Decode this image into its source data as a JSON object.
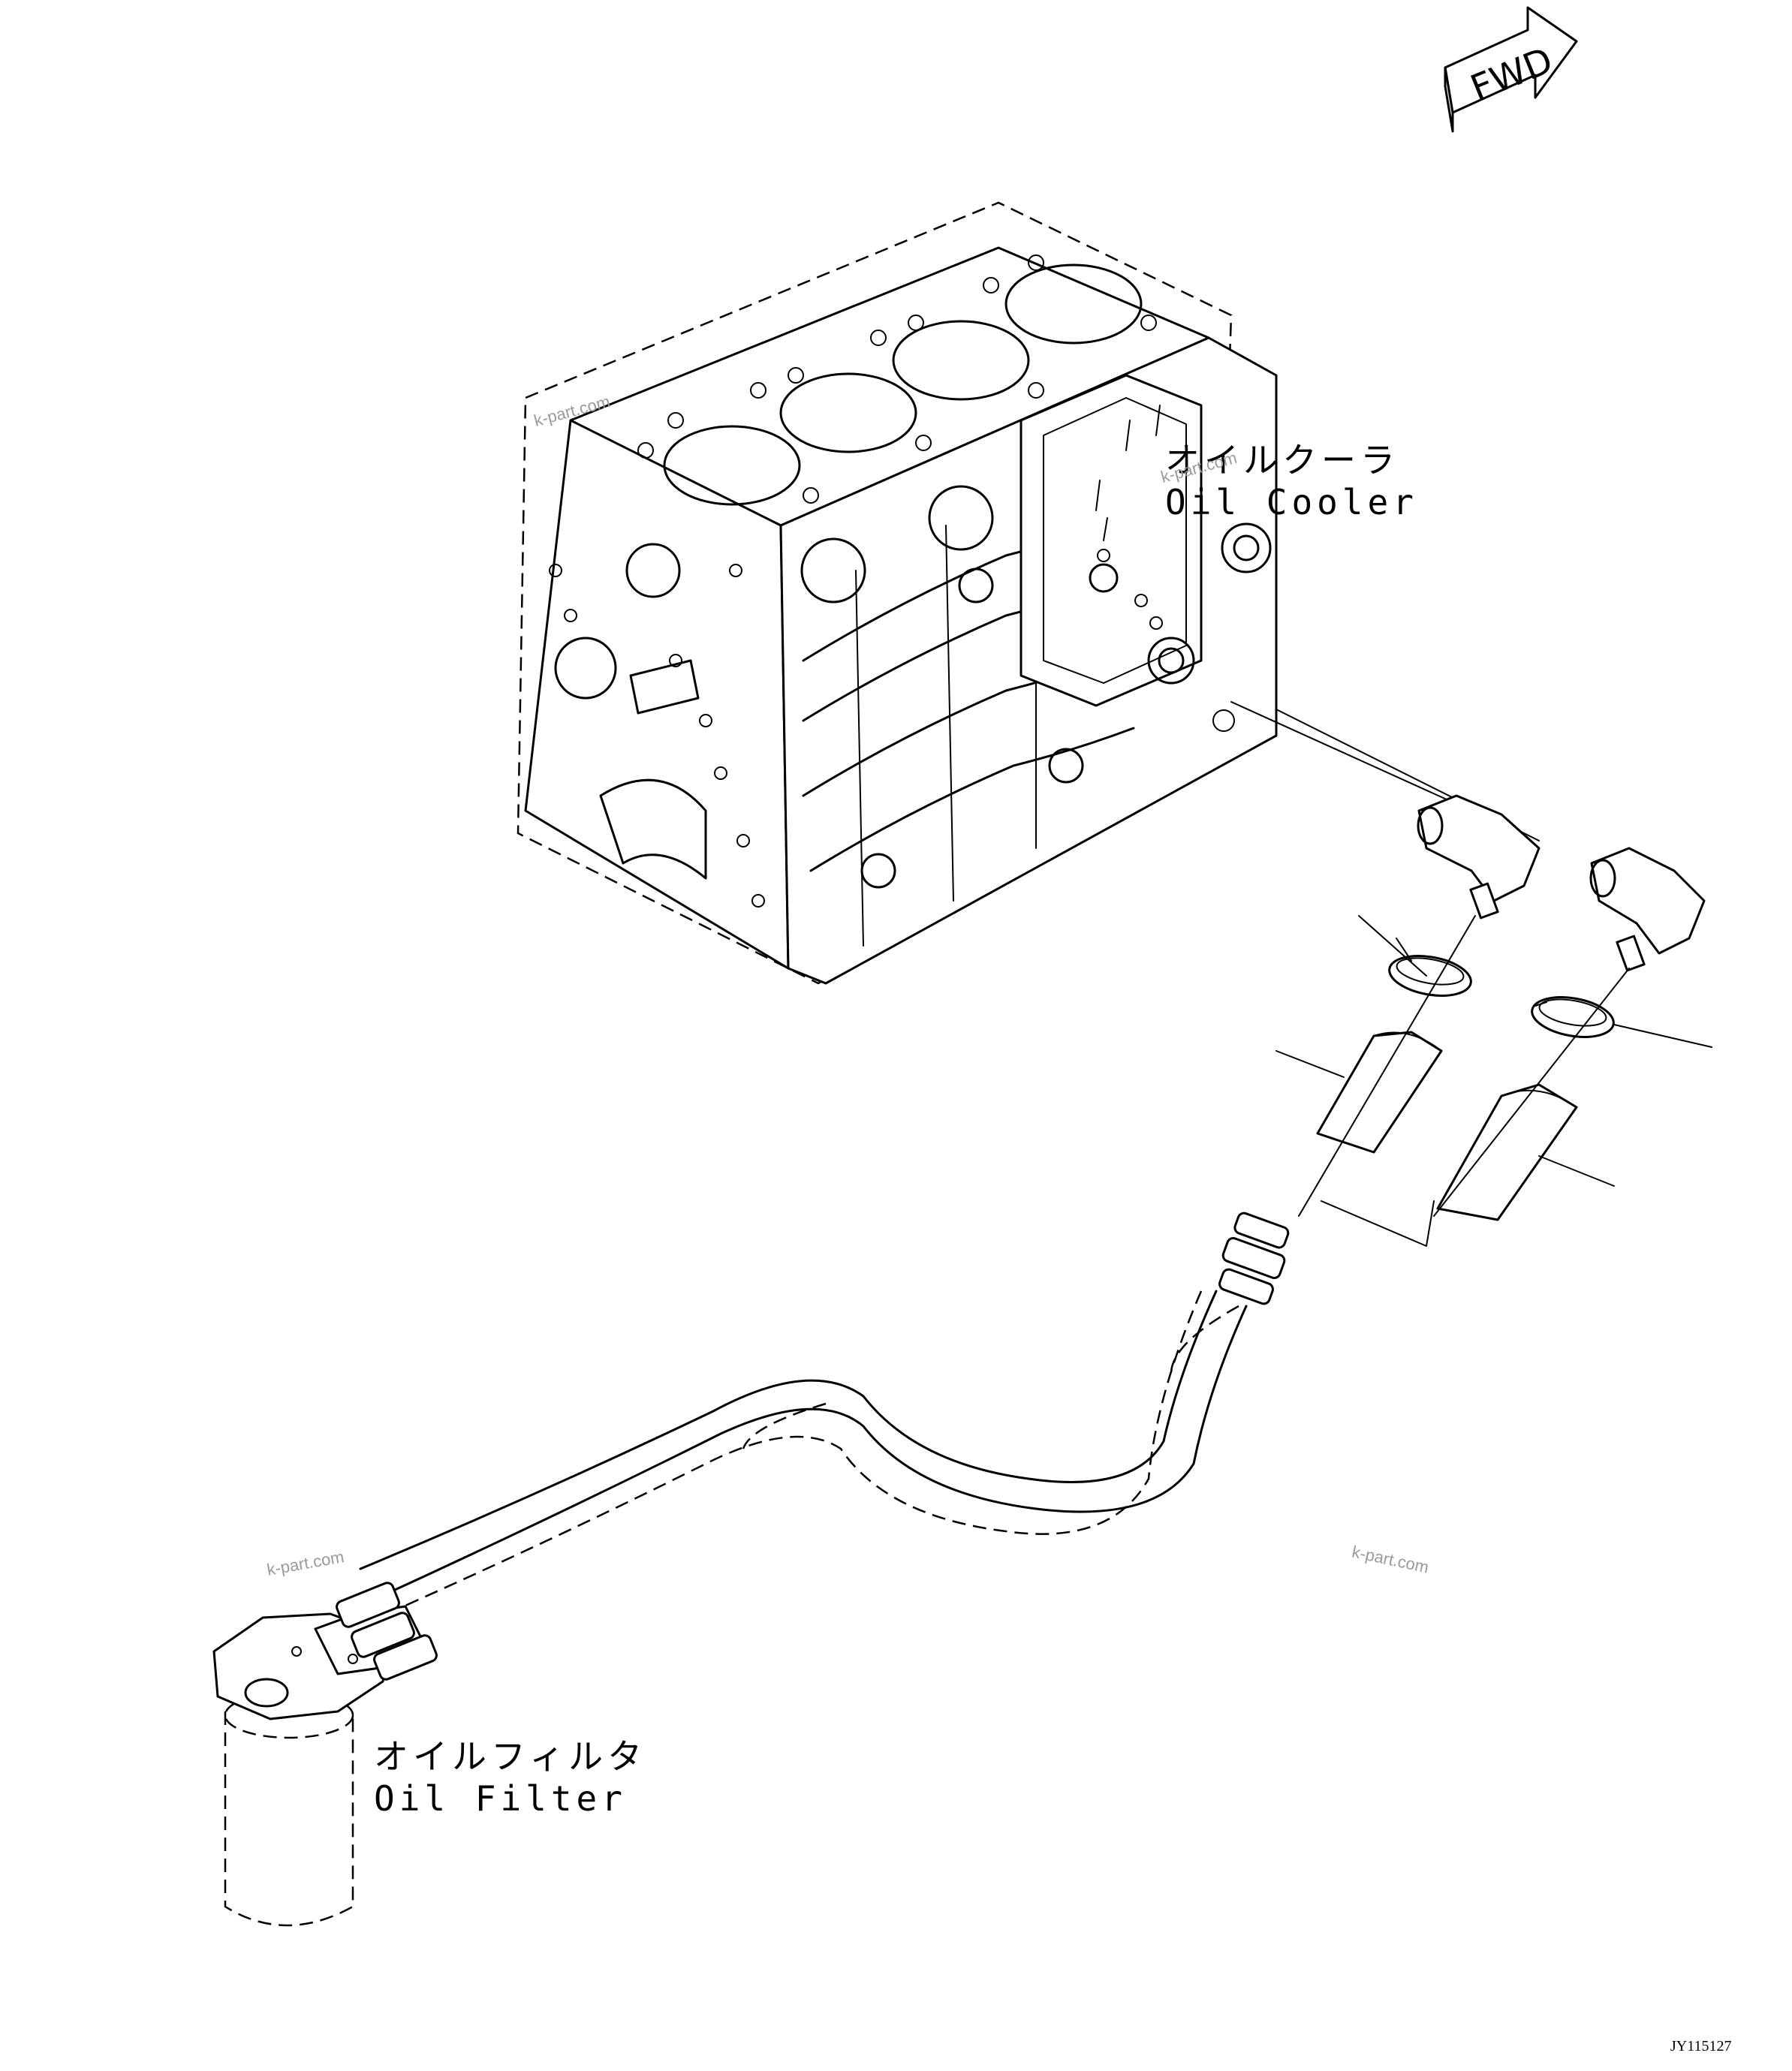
{
  "direction_arrow": {
    "text": "FWD"
  },
  "labels": {
    "oil_cooler": {
      "jp": "オイルクーラ",
      "en": "Oil Cooler"
    },
    "oil_filter": {
      "jp": "オイルフィルタ",
      "en": "Oil Filter"
    }
  },
  "watermarks": [
    "k-part.com",
    "k-part.com",
    "k-part.com",
    "k-part.com"
  ],
  "drawing_code": "JY115127"
}
